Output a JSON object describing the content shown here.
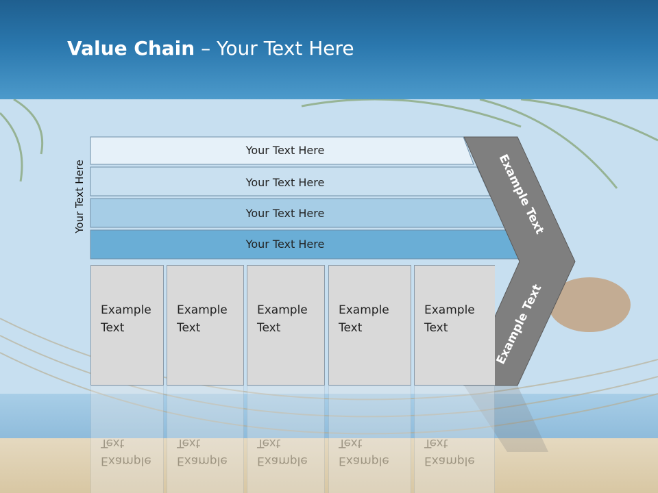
{
  "title": {
    "bold": "Value Chain",
    "rest": " – Your Text Here"
  },
  "side_label": "Your Text Here",
  "rows": [
    {
      "label": "Your Text Here",
      "color": "#e6f1f9"
    },
    {
      "label": "Your Text Here",
      "color": "#c9e0f0"
    },
    {
      "label": "Your Text Here",
      "color": "#a6cde6"
    },
    {
      "label": "Your Text Here",
      "color": "#6aaed6"
    }
  ],
  "boxes": [
    {
      "label": "Example Text"
    },
    {
      "label": "Example Text"
    },
    {
      "label": "Example Text"
    },
    {
      "label": "Example Text"
    },
    {
      "label": "Example Text"
    }
  ],
  "chevron": {
    "top_label": "Example Text",
    "bottom_label": "Example Text",
    "color": "#7f7f7f"
  }
}
